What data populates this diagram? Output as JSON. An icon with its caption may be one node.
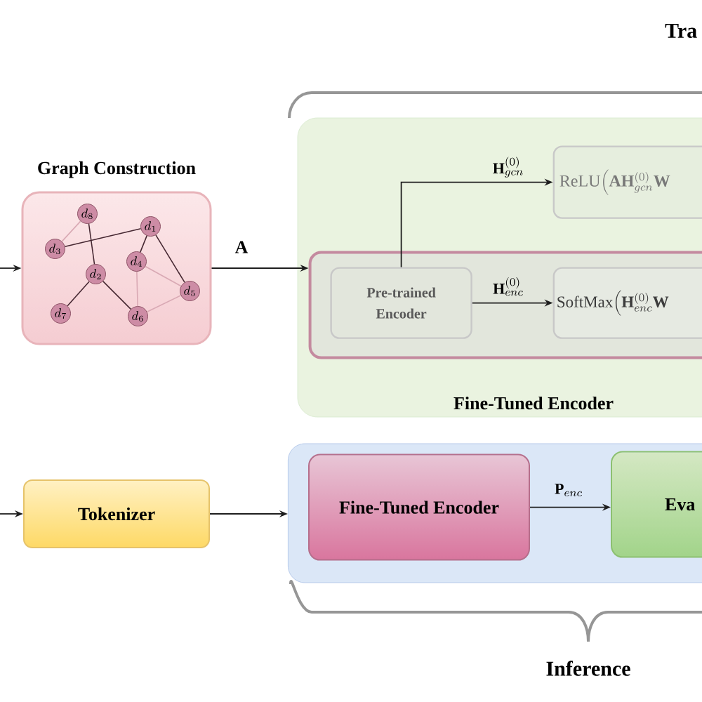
{
  "diagram": {
    "nodes": [
      {
        "text": [
          "Graph Construction"
        ]
      },
      {
        "text": [
          "d_{8}"
        ],
        "in": 0
      },
      {
        "text": [
          "d_{1}"
        ],
        "in": 0
      },
      {
        "text": [
          "d_{3}"
        ],
        "in": 0
      },
      {
        "text": [
          "d_{4}"
        ],
        "in": 0
      },
      {
        "text": [
          "d_{2}"
        ],
        "in": 0
      },
      {
        "text": [
          "d_{5}"
        ],
        "in": 0
      },
      {
        "text": [
          "d_{7}"
        ],
        "in": 0
      },
      {
        "text": [
          "d_{6}"
        ],
        "in": 0
      },
      {
        "text": [
          "Fine-Tuned Encoder"
        ]
      },
      {
        "text": [
          "\\mathrm{ReLU}\\Big(\\mathbf{A}\\mathbf{H}^{(0)}_{gcn}\\mathbf{W}"
        ],
        "in": 9
      },
      {
        "text": [],
        "shape": "box",
        "in": 9
      },
      {
        "text": [
          "Pre-trained Encoder"
        ],
        "in": 11
      },
      {
        "text": [
          "\\mathrm{SoftMax}\\Big(\\mathbf{H}^{(0)}_{enc}\\mathbf{W}"
        ],
        "in": 11
      },
      {
        "text": [
          "Tokenizer"
        ]
      },
      {
        "text": [],
        "shape": "box"
      },
      {
        "text": [
          "Fine-Tuned Encoder"
        ],
        "in": 15
      },
      {
        "text": [
          "Eva"
        ],
        "in": 15
      }
    ],
    "edges": [
      {
        "from": null,
        "to": 0,
        "arrow": "to"
      },
      {
        "from": 0,
        "to": 11,
        "arrow": "to",
        "label": "\\mathbf{A}"
      },
      {
        "from": 12,
        "to": 10,
        "arrow": "to",
        "label": "\\mathbf{H}^{(0)}_{gcn}"
      },
      {
        "from": 12,
        "to": 13,
        "arrow": "to",
        "label": "\\mathbf{H}^{(0)}_{enc}"
      },
      {
        "from": null,
        "to": 14,
        "arrow": "to"
      },
      {
        "from": 14,
        "to": 15,
        "arrow": "to"
      },
      {
        "from": 16,
        "to": 17,
        "arrow": "to",
        "label": "\\mathbf{P}_{enc}"
      },
      {
        "from": 1,
        "to": 3,
        "arrow": "none",
        "color": "#d9a9b4"
      },
      {
        "from": 3,
        "to": 2,
        "arrow": "none"
      },
      {
        "from": 1,
        "to": 5,
        "arrow": "none"
      },
      {
        "from": 2,
        "to": 4,
        "arrow": "none"
      },
      {
        "from": 2,
        "to": 6,
        "arrow": "none"
      },
      {
        "from": 4,
        "to": 6,
        "arrow": "none",
        "color": "#d9a9b4"
      },
      {
        "from": 4,
        "to": 8,
        "arrow": "none",
        "color": "#d9a9b4"
      },
      {
        "from": 5,
        "to": 7,
        "arrow": "none"
      },
      {
        "from": 5,
        "to": 8,
        "arrow": "none"
      },
      {
        "from": 8,
        "to": 6,
        "arrow": "none",
        "color": "#d9a9b4"
      }
    ],
    "labels": [
      "Tra",
      "Inference"
    ]
  }
}
